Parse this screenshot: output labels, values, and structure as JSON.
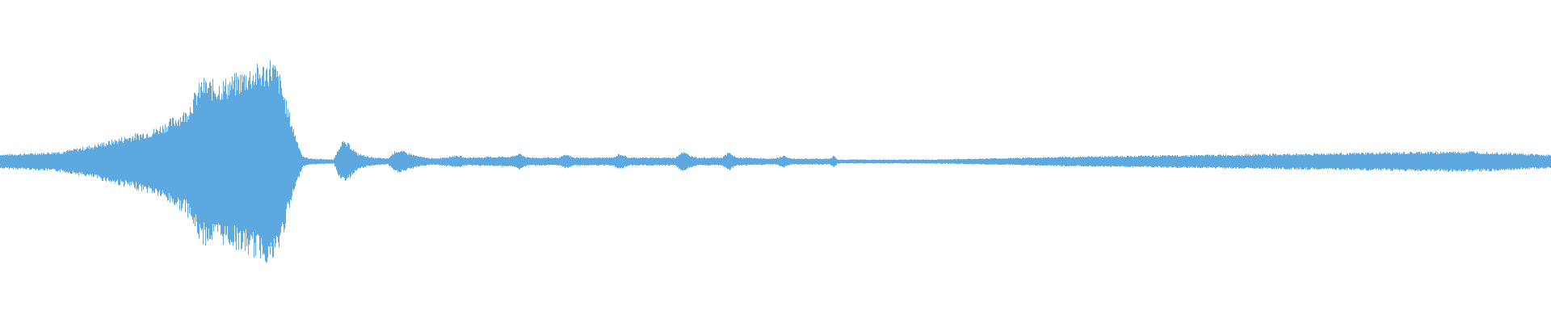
{
  "waveform": {
    "color": "#5ea8e0",
    "background": "#ffffff",
    "envelope": [
      [
        0,
        0.07
      ],
      [
        0.02,
        0.08
      ],
      [
        0.04,
        0.1
      ],
      [
        0.06,
        0.16
      ],
      [
        0.08,
        0.24
      ],
      [
        0.1,
        0.32
      ],
      [
        0.12,
        0.5
      ],
      [
        0.13,
        0.8
      ],
      [
        0.14,
        0.77
      ],
      [
        0.15,
        0.82
      ],
      [
        0.16,
        0.9
      ],
      [
        0.17,
        0.94
      ],
      [
        0.175,
        1.0
      ],
      [
        0.18,
        0.85
      ],
      [
        0.185,
        0.55
      ],
      [
        0.19,
        0.28
      ],
      [
        0.195,
        0.05
      ],
      [
        0.2,
        0.03
      ],
      [
        0.215,
        0.02
      ],
      [
        0.22,
        0.2
      ],
      [
        0.225,
        0.17
      ],
      [
        0.23,
        0.08
      ],
      [
        0.24,
        0.04
      ],
      [
        0.25,
        0.03
      ],
      [
        0.255,
        0.11
      ],
      [
        0.26,
        0.1
      ],
      [
        0.27,
        0.05
      ],
      [
        0.28,
        0.03
      ],
      [
        0.295,
        0.06
      ],
      [
        0.3,
        0.04
      ],
      [
        0.33,
        0.05
      ],
      [
        0.335,
        0.08
      ],
      [
        0.34,
        0.04
      ],
      [
        0.36,
        0.04
      ],
      [
        0.365,
        0.07
      ],
      [
        0.37,
        0.04
      ],
      [
        0.395,
        0.04
      ],
      [
        0.4,
        0.08
      ],
      [
        0.405,
        0.04
      ],
      [
        0.435,
        0.04
      ],
      [
        0.44,
        0.1
      ],
      [
        0.445,
        0.06
      ],
      [
        0.45,
        0.04
      ],
      [
        0.465,
        0.04
      ],
      [
        0.47,
        0.09
      ],
      [
        0.475,
        0.04
      ],
      [
        0.5,
        0.03
      ],
      [
        0.505,
        0.06
      ],
      [
        0.51,
        0.03
      ],
      [
        0.535,
        0.03
      ],
      [
        0.538,
        0.06
      ],
      [
        0.54,
        0.02
      ],
      [
        0.6,
        0.02
      ],
      [
        0.65,
        0.035
      ],
      [
        0.7,
        0.05
      ],
      [
        0.75,
        0.06
      ],
      [
        0.8,
        0.07
      ],
      [
        0.85,
        0.08
      ],
      [
        0.9,
        0.09
      ],
      [
        0.95,
        0.1
      ],
      [
        0.965,
        0.09
      ],
      [
        0.98,
        0.08
      ],
      [
        1.0,
        0.065
      ]
    ]
  }
}
